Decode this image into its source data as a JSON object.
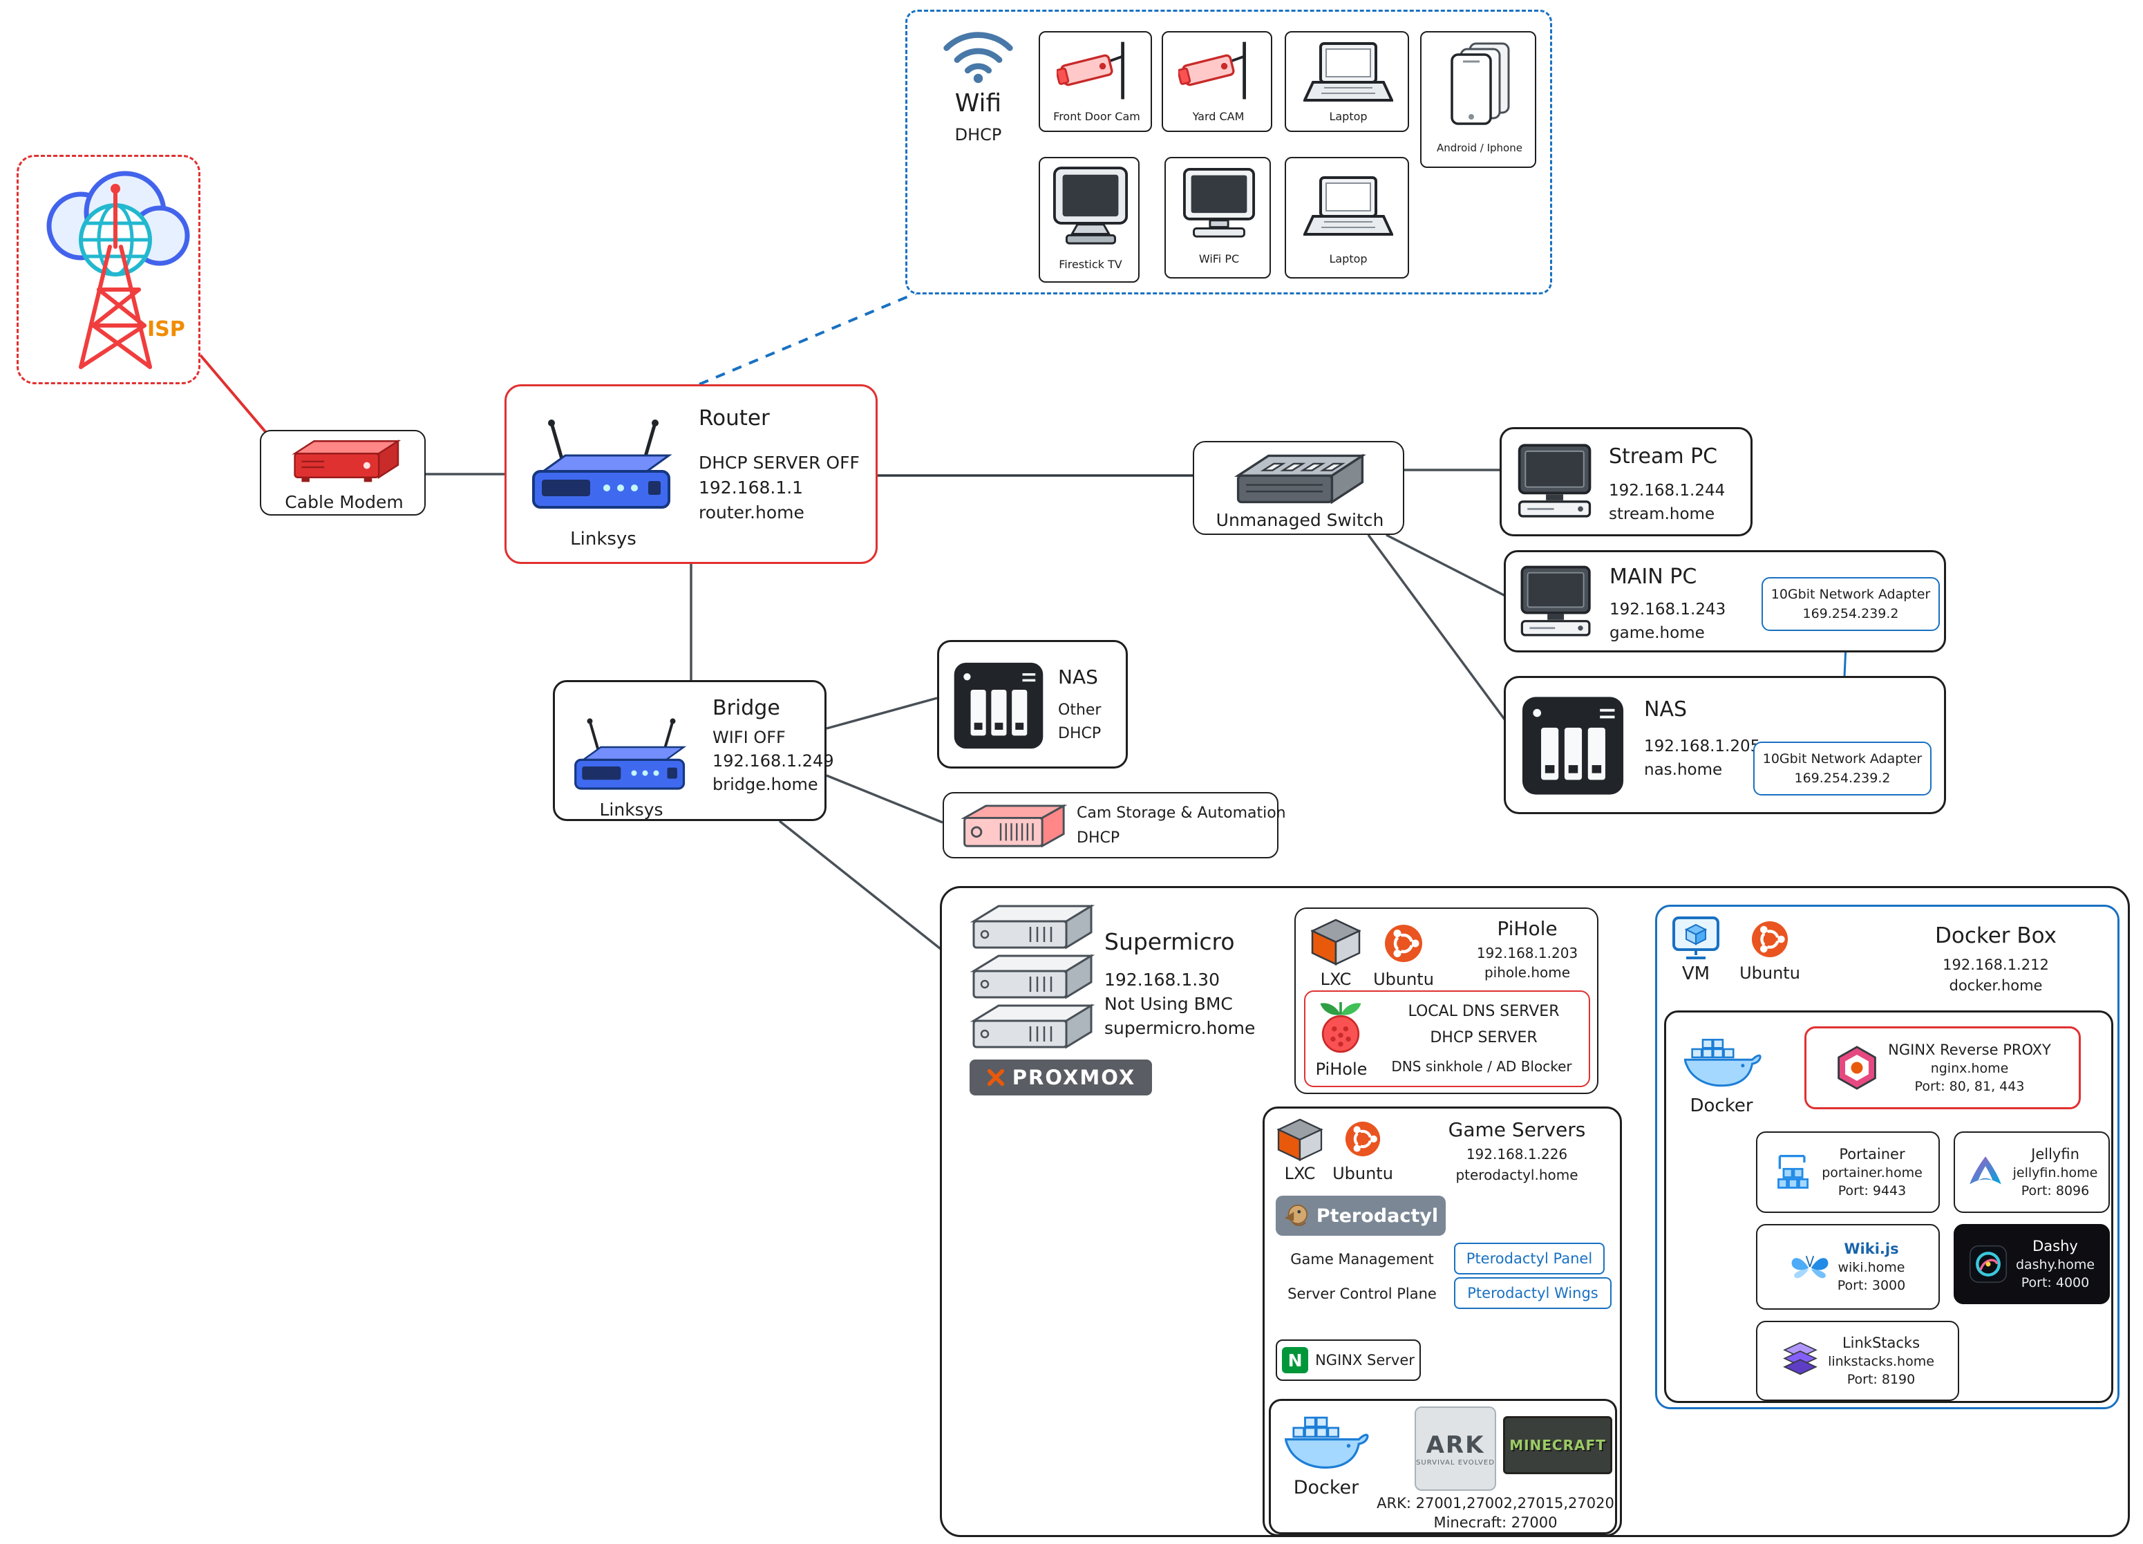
{
  "colors": {
    "accent_red": "#e03131",
    "accent_blue": "#1971c2",
    "isp_orange": "#f08c00",
    "ubuntu_orange": "#e95420",
    "nginx_green": "#009639",
    "docker_blue": "#2496ed"
  },
  "icons": [
    "cloud-radio-tower-icon",
    "cable-modem-icon",
    "router-icon",
    "wifi-signal-icon",
    "cctv-camera-icon",
    "laptop-icon",
    "phones-icon",
    "tv-icon",
    "monitor-icon",
    "switch-icon",
    "desktop-pc-icon",
    "nas-icon",
    "pink-server-icon",
    "supermicro-stack-icon",
    "proxmox-x-icon",
    "lxc-cube-icon",
    "ubuntu-logo-icon",
    "pihole-berry-icon",
    "pterodactyl-icon",
    "docker-whale-icon",
    "vm-icon",
    "nginx-hexagon-icon",
    "portainer-icon",
    "jellyfin-icon",
    "wikijs-butterfly-icon",
    "dashy-icon",
    "linkstacks-icon"
  ],
  "isp": {
    "label": "ISP"
  },
  "cable_modem": {
    "label": "Cable Modem"
  },
  "router": {
    "title": "Router",
    "line1": "DHCP SERVER OFF",
    "line2": "192.168.1.1",
    "line3": "router.home",
    "brand": "Linksys"
  },
  "wifi": {
    "title": "Wifi",
    "subtitle": "DHCP",
    "devices": [
      {
        "label": "Front Door Cam"
      },
      {
        "label": "Yard CAM"
      },
      {
        "label": "Laptop"
      },
      {
        "label": "Android / Iphone"
      },
      {
        "label": "Firestick TV"
      },
      {
        "label": "WiFi PC"
      },
      {
        "label": "Laptop"
      }
    ]
  },
  "switch": {
    "label": "Unmanaged Switch"
  },
  "stream_pc": {
    "title": "Stream PC",
    "ip": "192.168.1.244",
    "host": "stream.home"
  },
  "main_pc": {
    "title": "MAIN PC",
    "ip": "192.168.1.243",
    "host": "game.home",
    "adapter_label": "10Gbit Network Adapter",
    "adapter_ip": "169.254.239.2"
  },
  "nas_main": {
    "title": "NAS",
    "ip": "192.168.1.205",
    "host": "nas.home",
    "adapter_label": "10Gbit Network Adapter",
    "adapter_ip": "169.254.239.2"
  },
  "bridge": {
    "title": "Bridge",
    "line1": "WIFI OFF",
    "line2": "192.168.1.249",
    "line3": "bridge.home",
    "brand": "Linksys"
  },
  "nas_other": {
    "title": "NAS",
    "line1": "Other",
    "line2": "DHCP"
  },
  "cam_storage": {
    "title": "Cam Storage & Automation",
    "subtitle": "DHCP"
  },
  "supermicro": {
    "title": "Supermicro",
    "ip": "192.168.1.30",
    "note": "Not Using BMC",
    "host": "supermicro.home",
    "platform": "PROXMOX"
  },
  "pihole": {
    "container": "LXC",
    "os": "Ubuntu",
    "title": "PiHole",
    "ip": "192.168.1.203",
    "host": "pihole.home",
    "app": "PiHole",
    "feature1": "LOCAL DNS SERVER",
    "feature2": "DHCP SERVER",
    "feature3": "DNS sinkhole / AD Blocker"
  },
  "game_servers": {
    "container": "LXC",
    "os": "Ubuntu",
    "title": "Game Servers",
    "ip": "192.168.1.226",
    "host": "pterodactyl.home",
    "badge": "Pterodactyl",
    "row1_label": "Game Management",
    "row1_value": "Pterodactyl Panel",
    "row2_label": "Server Control Plane",
    "row2_value": "Pterodactyl Wings",
    "nginx": "NGINX Server",
    "nginx_initial": "N",
    "docker": "Docker",
    "ark_title": "ARK",
    "ark_sub": "SURVIVAL EVOLVED",
    "minecraft": "MINECRAFT",
    "ports1": "ARK: 27001,27002,27015,27020",
    "ports2": "Minecraft: 27000"
  },
  "docker_box": {
    "vm": "VM",
    "os": "Ubuntu",
    "title": "Docker Box",
    "ip": "192.168.1.212",
    "host": "docker.home",
    "docker": "Docker",
    "nginx": {
      "name": "NGINX Reverse PROXY",
      "host": "nginx.home",
      "port": "Port: 80, 81, 443"
    },
    "services": [
      {
        "name": "Portainer",
        "host": "portainer.home",
        "port": "Port: 9443"
      },
      {
        "name": "Jellyfin",
        "host": "jellyfin.home",
        "port": "Port: 8096"
      },
      {
        "name": "Wiki.js",
        "host": "wiki.home",
        "port": "Port: 3000"
      },
      {
        "name": "Dashy",
        "host": "dashy.home",
        "port": "Port: 4000"
      },
      {
        "name": "LinkStacks",
        "host": "linkstacks.home",
        "port": "Port: 8190"
      }
    ]
  }
}
